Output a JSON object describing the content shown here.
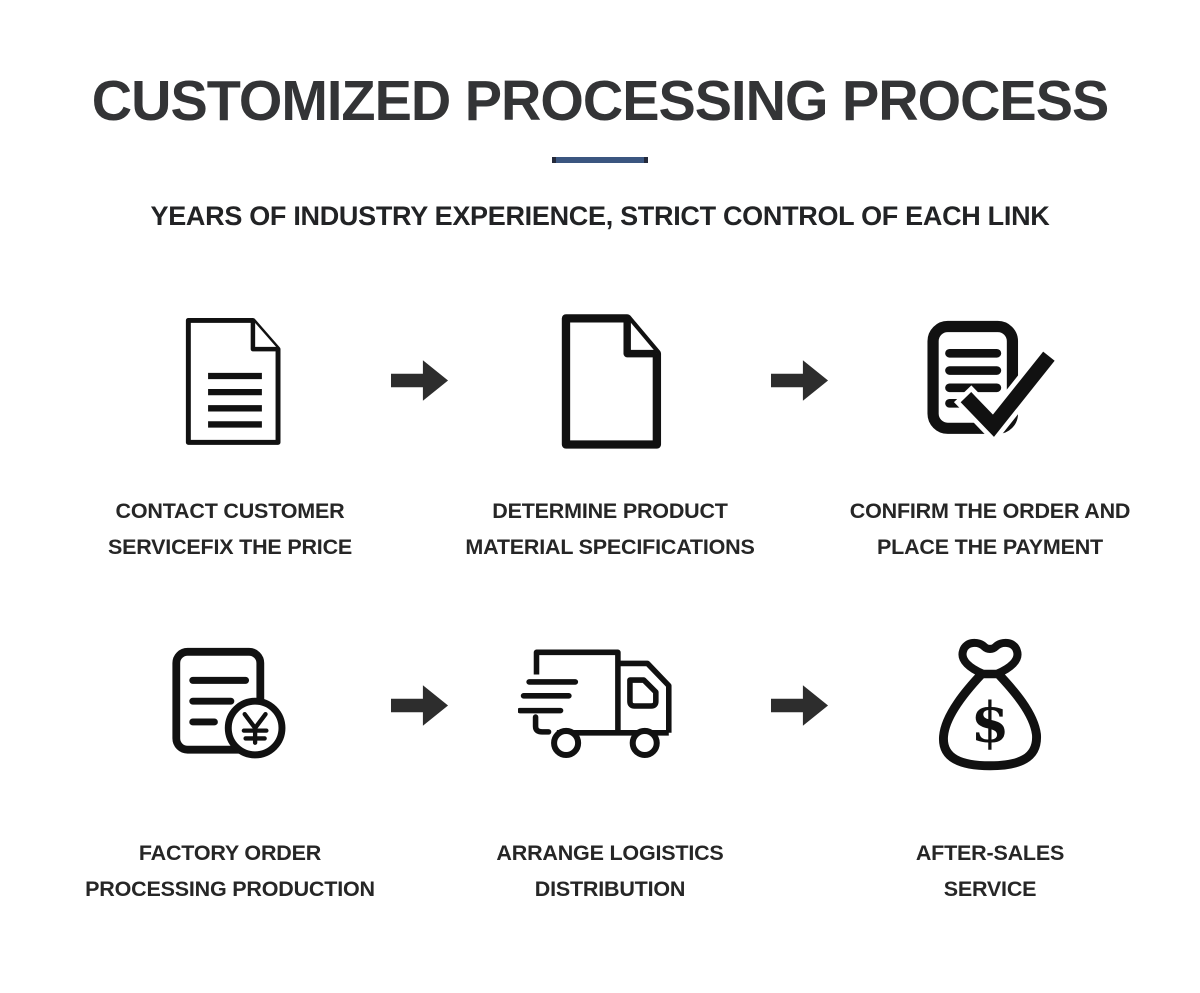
{
  "header": {
    "title": "CUSTOMIZED PROCESSING PROCESS",
    "subtitle": "YEARS OF INDUSTRY EXPERIENCE, STRICT CONTROL OF EACH LINK"
  },
  "colors": {
    "background": "#ffffff",
    "title_text": "#333436",
    "subtitle_text": "#222325",
    "label_text": "#262626",
    "divider_accent": "#3b5680",
    "icon_stroke": "#111111",
    "arrow_fill": "#2d2d2d"
  },
  "flow": {
    "arrow_icon": "right-arrow-icon",
    "rows": [
      {
        "steps": [
          {
            "icon": "document-lines-icon",
            "label_line1": "CONTACT CUSTOMER",
            "label_line2": "SERVICEFIX THE PRICE"
          },
          {
            "icon": "document-blank-icon",
            "label_line1": "DETERMINE PRODUCT",
            "label_line2": "MATERIAL SPECIFICATIONS"
          },
          {
            "icon": "order-check-icon",
            "label_line1": "CONFIRM THE ORDER AND",
            "label_line2": "PLACE THE PAYMENT"
          }
        ]
      },
      {
        "steps": [
          {
            "icon": "invoice-yuan-icon",
            "label_line1": "FACTORY ORDER",
            "label_line2": "PROCESSING PRODUCTION"
          },
          {
            "icon": "delivery-truck-icon",
            "label_line1": "ARRANGE LOGISTICS",
            "label_line2": "DISTRIBUTION"
          },
          {
            "icon": "money-bag-icon",
            "label_line1": "AFTER-SALES",
            "label_line2": "SERVICE"
          }
        ]
      }
    ]
  }
}
